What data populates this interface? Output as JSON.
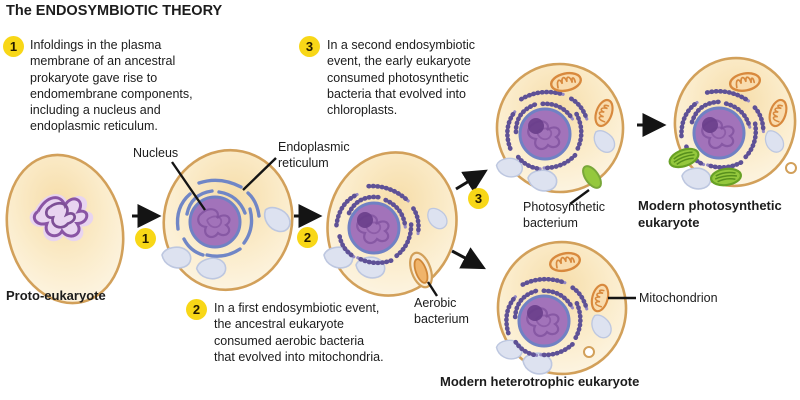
{
  "title": "The ENDOSYMBIOTIC THEORY",
  "steps": [
    {
      "num": "1",
      "text": "Infoldings in the plasma\nmembrane of an ancestral\nprokaryote gave rise to\nendomembrane components,\nincluding a nucleus and\nendoplasmic reticulum."
    },
    {
      "num": "2",
      "text": "In a first endosymbiotic event,\nthe ancestral eukaryote\nconsumed aerobic bacteria\nthat evolved into mitochondria."
    },
    {
      "num": "3",
      "text": "In a second endosymbiotic\nevent, the early eukaryote\nconsumed photosynthetic\nbacteria that evolved into\nchloroplasts."
    }
  ],
  "labels": {
    "proto_eukaryote": "Proto-eukaryote",
    "nucleus": "Nucleus",
    "endoplasmic_reticulum": "Endoplasmic\nreticulum",
    "aerobic_bacterium": "Aerobic\nbacterium",
    "photosynthetic_bacterium": "Photosynthetic\nbacterium",
    "mitochondrion": "Mitochondrion",
    "modern_photosynthetic": "Modern photosynthetic\neukaryote",
    "modern_heterotrophic": "Modern heterotrophic eukaryote"
  },
  "colors": {
    "step_badge": "#f8d717",
    "membrane": "#d2a05a",
    "cytoplasm": "#fdf8ec",
    "cytoplasm_glow": "#f6dda9",
    "nucleus_fill": "#a273ba",
    "nucleus_border": "#7081c4",
    "nucleolus": "#693e8b",
    "smooth_er": "#7086c6",
    "rough_er": "#9488c5",
    "mitochondrion": "#d8893d",
    "chloroplast": "#94c83d",
    "photosynthetic_bacterium": "#94c83d",
    "aerobic_bacterium": "#f0b46a",
    "vacuole": "#dde2f0",
    "arrow": "#141414"
  }
}
